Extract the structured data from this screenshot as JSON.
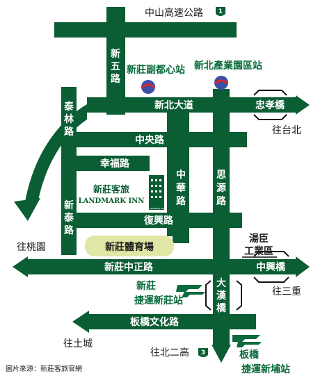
{
  "colors": {
    "road": "#0b5d33",
    "road_label": "#ffffff",
    "mrt_green": "#0a6b3c",
    "stadium_fill": "#dfe6a6",
    "station_blue": "#3a50a8",
    "station_red": "#d9262c"
  },
  "roads": {
    "zhongshan_hwy": "中山高速公路",
    "xinwu": "新五路",
    "taishan_lin": "泰林路",
    "xinbei_blvd": "新北大道",
    "zhongyang": "中央路",
    "xingfu": "幸福路",
    "zhonghua": "中華路",
    "siyuan": "思源路",
    "xintai": "新泰路",
    "fuxing": "復興路",
    "xinzhuang_zhongzheng": "新莊中正路",
    "zhongxing_bridge": "中興橋",
    "daguan_bridge": "大漢橋",
    "banqiao_wenhua": "板橋文化路",
    "zhongxiao_bridge": "忠孝橋"
  },
  "places": {
    "xinzhuang_sub_center_station": "新莊副都心站",
    "xinbei_industrial_station": "新北產業園區站",
    "hotel_name_cn": "新莊客旅",
    "hotel_name_en": "LANDMARK INN",
    "hotel_sign": "LANDMARK INN",
    "stadium": "新莊體育場",
    "tangcheng_industrial_1": "湯臣",
    "tangcheng_industrial_2": "工業區",
    "mrt_xinzhuang_1": "新莊",
    "mrt_xinzhuang_2": "捷運新莊站",
    "mrt_banqiao_1": "板橋",
    "mrt_banqiao_2": "捷運新埔站"
  },
  "directions": {
    "to_taipei": "往台北",
    "to_taoyuan": "往桃園",
    "to_sanchong": "往三重",
    "to_tucheng": "往土城",
    "to_second_ring": "往北二高"
  },
  "highway_shields": {
    "north": "1",
    "south": "3"
  },
  "caption": "圖片來源：新莊客旅官網"
}
